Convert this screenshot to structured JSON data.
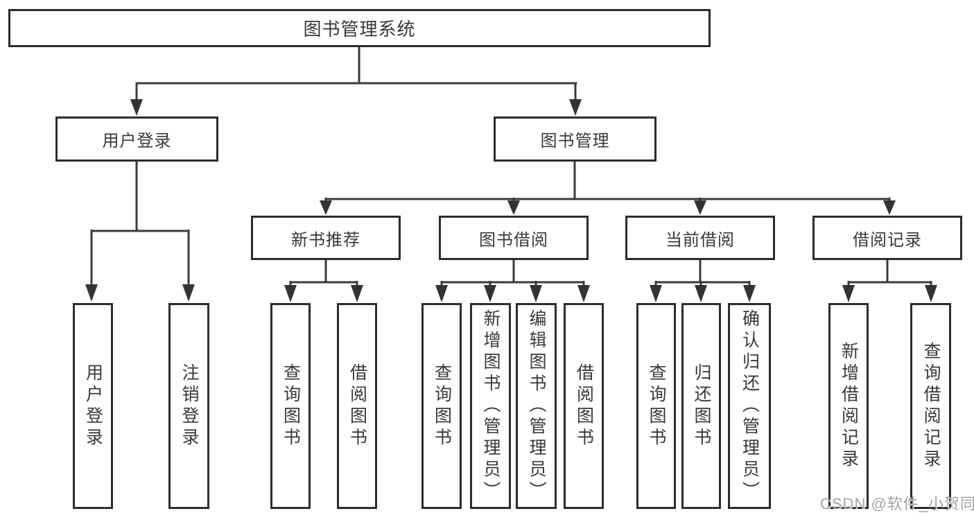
{
  "diagram": {
    "title_node": {
      "label": "图书管理系统"
    },
    "level2": [
      {
        "label": "用户登录"
      },
      {
        "label": "图书管理"
      }
    ],
    "level3": [
      {
        "label": "新书推荐"
      },
      {
        "label": "图书借阅"
      },
      {
        "label": "当前借阅"
      },
      {
        "label": "借阅记录"
      }
    ],
    "leaves": {
      "login_group": [
        {
          "label": "用户登录"
        },
        {
          "label": "注销登录"
        }
      ],
      "recommend_group": [
        {
          "label": "查询图书"
        },
        {
          "label": "借阅图书"
        }
      ],
      "borrow_group": [
        {
          "label": "查询图书"
        },
        {
          "label": "新增图书（管理员）"
        },
        {
          "label": "编辑图书（管理员）"
        },
        {
          "label": "借阅图书"
        }
      ],
      "current_group": [
        {
          "label": "查询图书"
        },
        {
          "label": "归还图书"
        },
        {
          "label": "确认归还（管理员）"
        }
      ],
      "record_group": [
        {
          "label": "新增借阅记录"
        },
        {
          "label": "查询借阅记录"
        }
      ]
    },
    "colors": {
      "line": "#3a3a3a",
      "arrow_fill": "#333333",
      "box_border": "#2c2c2c",
      "text": "#38383c",
      "watermark": "#a2a2a6",
      "background": "#ffffff"
    }
  },
  "watermark": {
    "text": "CSDN @软件_小贺同学"
  }
}
